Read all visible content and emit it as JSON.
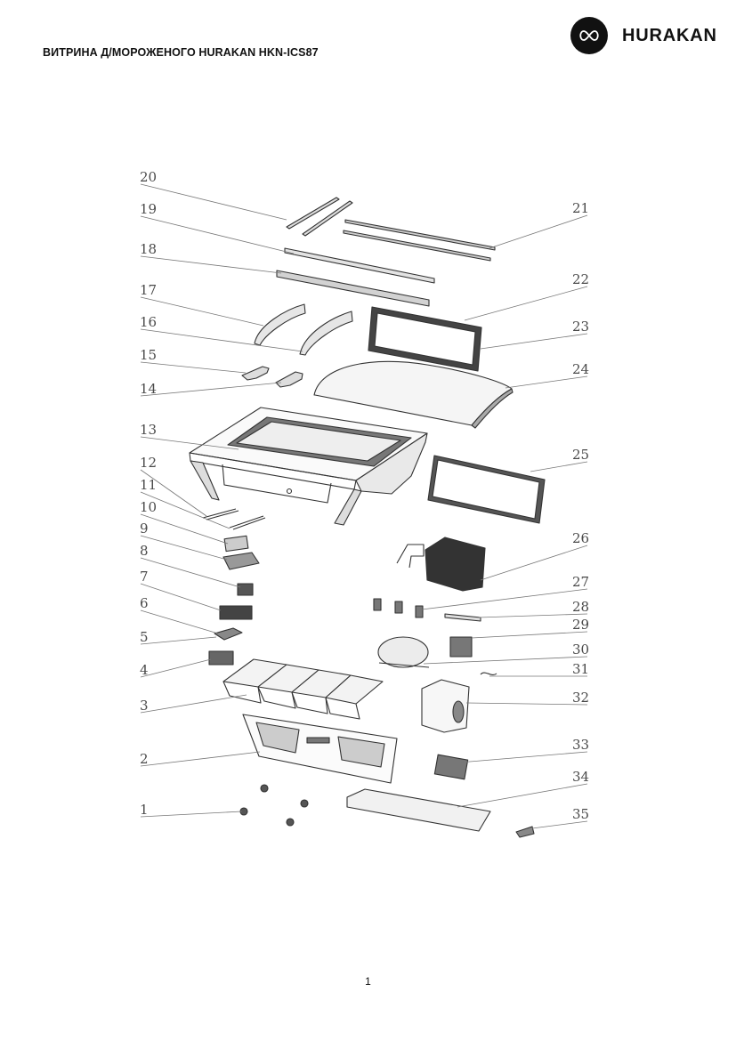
{
  "header": {
    "document_title": "ВИТРИНА Д/МОРОЖЕНОГО HURAKAN HKN-ICS87",
    "brand_name": "HURAKAN",
    "brand_logo_icon": "hurakan-infinity-logo-icon"
  },
  "diagram": {
    "callouts": [
      {
        "id": "1",
        "label": "1"
      },
      {
        "id": "2",
        "label": "2"
      },
      {
        "id": "3",
        "label": "3"
      },
      {
        "id": "4",
        "label": "4"
      },
      {
        "id": "5",
        "label": "5"
      },
      {
        "id": "6",
        "label": "6"
      },
      {
        "id": "7",
        "label": "7"
      },
      {
        "id": "8",
        "label": "8"
      },
      {
        "id": "9",
        "label": "9"
      },
      {
        "id": "10",
        "label": "10"
      },
      {
        "id": "11",
        "label": "11"
      },
      {
        "id": "12",
        "label": "12"
      },
      {
        "id": "13",
        "label": "13"
      },
      {
        "id": "14",
        "label": "14"
      },
      {
        "id": "15",
        "label": "15"
      },
      {
        "id": "16",
        "label": "16"
      },
      {
        "id": "17",
        "label": "17"
      },
      {
        "id": "18",
        "label": "18"
      },
      {
        "id": "19",
        "label": "19"
      },
      {
        "id": "20",
        "label": "20"
      },
      {
        "id": "21",
        "label": "21"
      },
      {
        "id": "22",
        "label": "22"
      },
      {
        "id": "23",
        "label": "23"
      },
      {
        "id": "24",
        "label": "24"
      },
      {
        "id": "25",
        "label": "25"
      },
      {
        "id": "26",
        "label": "26"
      },
      {
        "id": "27",
        "label": "27"
      },
      {
        "id": "28",
        "label": "28"
      },
      {
        "id": "29",
        "label": "29"
      },
      {
        "id": "30",
        "label": "30"
      },
      {
        "id": "31",
        "label": "31"
      },
      {
        "id": "32",
        "label": "32"
      },
      {
        "id": "33",
        "label": "33"
      },
      {
        "id": "34",
        "label": "34"
      },
      {
        "id": "35",
        "label": "35"
      }
    ]
  },
  "footer": {
    "page_number": "1"
  }
}
